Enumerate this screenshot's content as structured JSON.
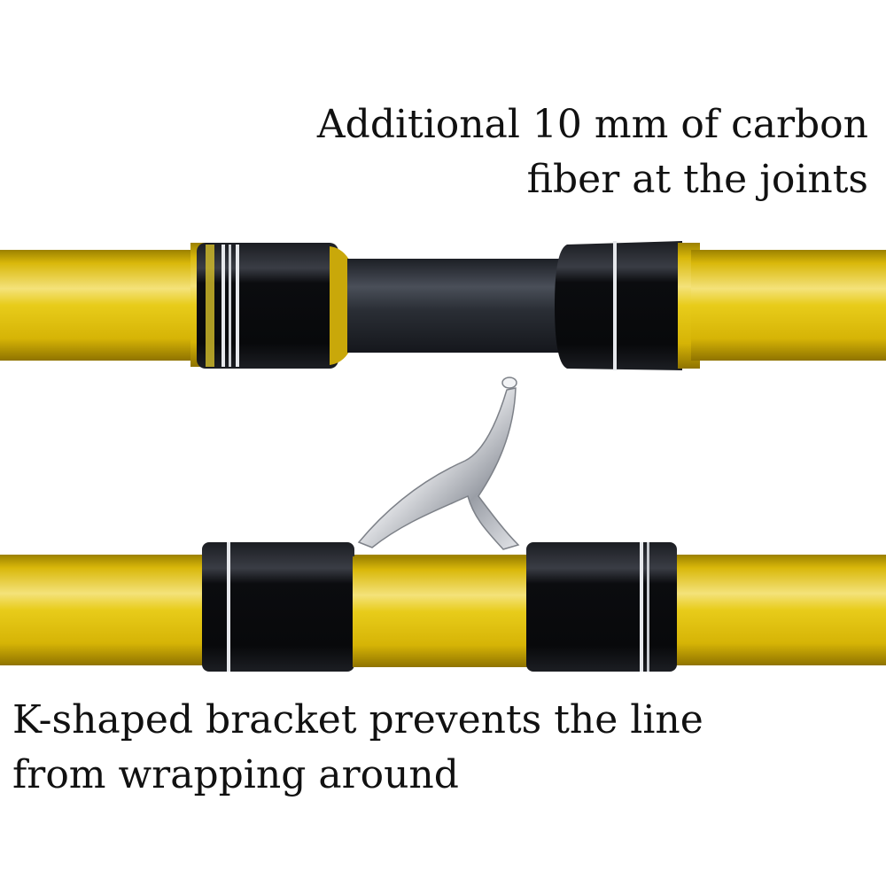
{
  "captions": {
    "top": {
      "line1": "Additional 10 mm of  carbon",
      "line2": "fiber at the joints"
    },
    "bottom": {
      "line1": "K-shaped bracket prevents the line",
      "line2": "from wrapping around"
    }
  },
  "colors": {
    "background": "#ffffff",
    "rod_yellow": "#e3c20f",
    "grip_black": "#0c0d10",
    "carbon": "#2b2f37",
    "metal": "#c9ccd2"
  }
}
